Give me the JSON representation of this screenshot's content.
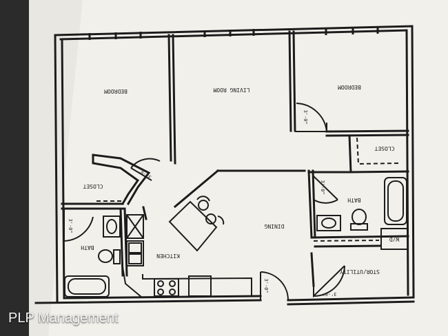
{
  "watermark": "PLP Management",
  "rooms": {
    "bedroom_left": "BEDROOM",
    "living_room": "LIVING ROOM",
    "bedroom_right": "BEDROOM",
    "closet_left": "CLOSET",
    "closet_right": "CLOSET",
    "bath_left": "BATH",
    "bath_right": "BATH",
    "dining": "DINING",
    "kitchen": "KITCHEN",
    "stor_utility": "STOR/UTILITY",
    "wd": "W/D"
  },
  "door_widths": {
    "d1": "3'-0\"",
    "d2": "3'-0\"",
    "d3": "3'-0\"",
    "d4": "3'-0\"",
    "d5": "3'-0\"",
    "d6": "3'-0\""
  },
  "colors": {
    "background": "#2b2b2b",
    "paper": "#f1f0ea",
    "ink": "#1c1c1c"
  }
}
